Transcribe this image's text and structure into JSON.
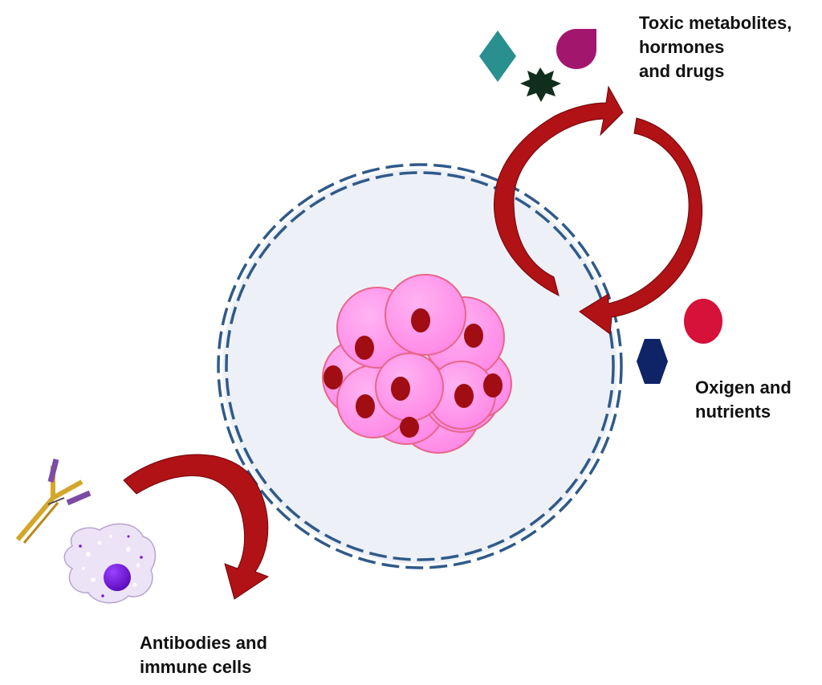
{
  "labels": {
    "toxic": [
      "Toxic metabolites,",
      "hormones",
      "and drugs"
    ],
    "oxygen": [
      "Oxigen and",
      "nutrients"
    ],
    "antibodies": [
      "Antibodies and",
      "immune cells"
    ]
  },
  "colors": {
    "capsule_fill": "#edf1f7",
    "capsule_border": "#2f5a8a",
    "cell_fill": "#ff99ee",
    "cell_stroke": "#e8668a",
    "nucleus": "#a00d12",
    "arrow": "#b01216",
    "arrow_dark": "#6e0508",
    "toxin_diamond": "#2a8f8f",
    "toxin_drop": "#a3166e",
    "toxin_star": "#0f2e1c",
    "oxygen_circle": "#d6113a",
    "nutrient_hexagon": "#0e2466",
    "antibody_gold": "#d4a72a",
    "antibody_purple": "#7d4aa6",
    "macrophage_body": "#ece3f7",
    "macrophage_nucleus": "#7a18d6"
  },
  "icons": [
    "toxin-diamond-icon",
    "toxin-drop-icon",
    "toxin-star-icon",
    "oxygen-circle-icon",
    "nutrient-hexagon-icon",
    "antibody-icon",
    "immune-cell-icon"
  ]
}
